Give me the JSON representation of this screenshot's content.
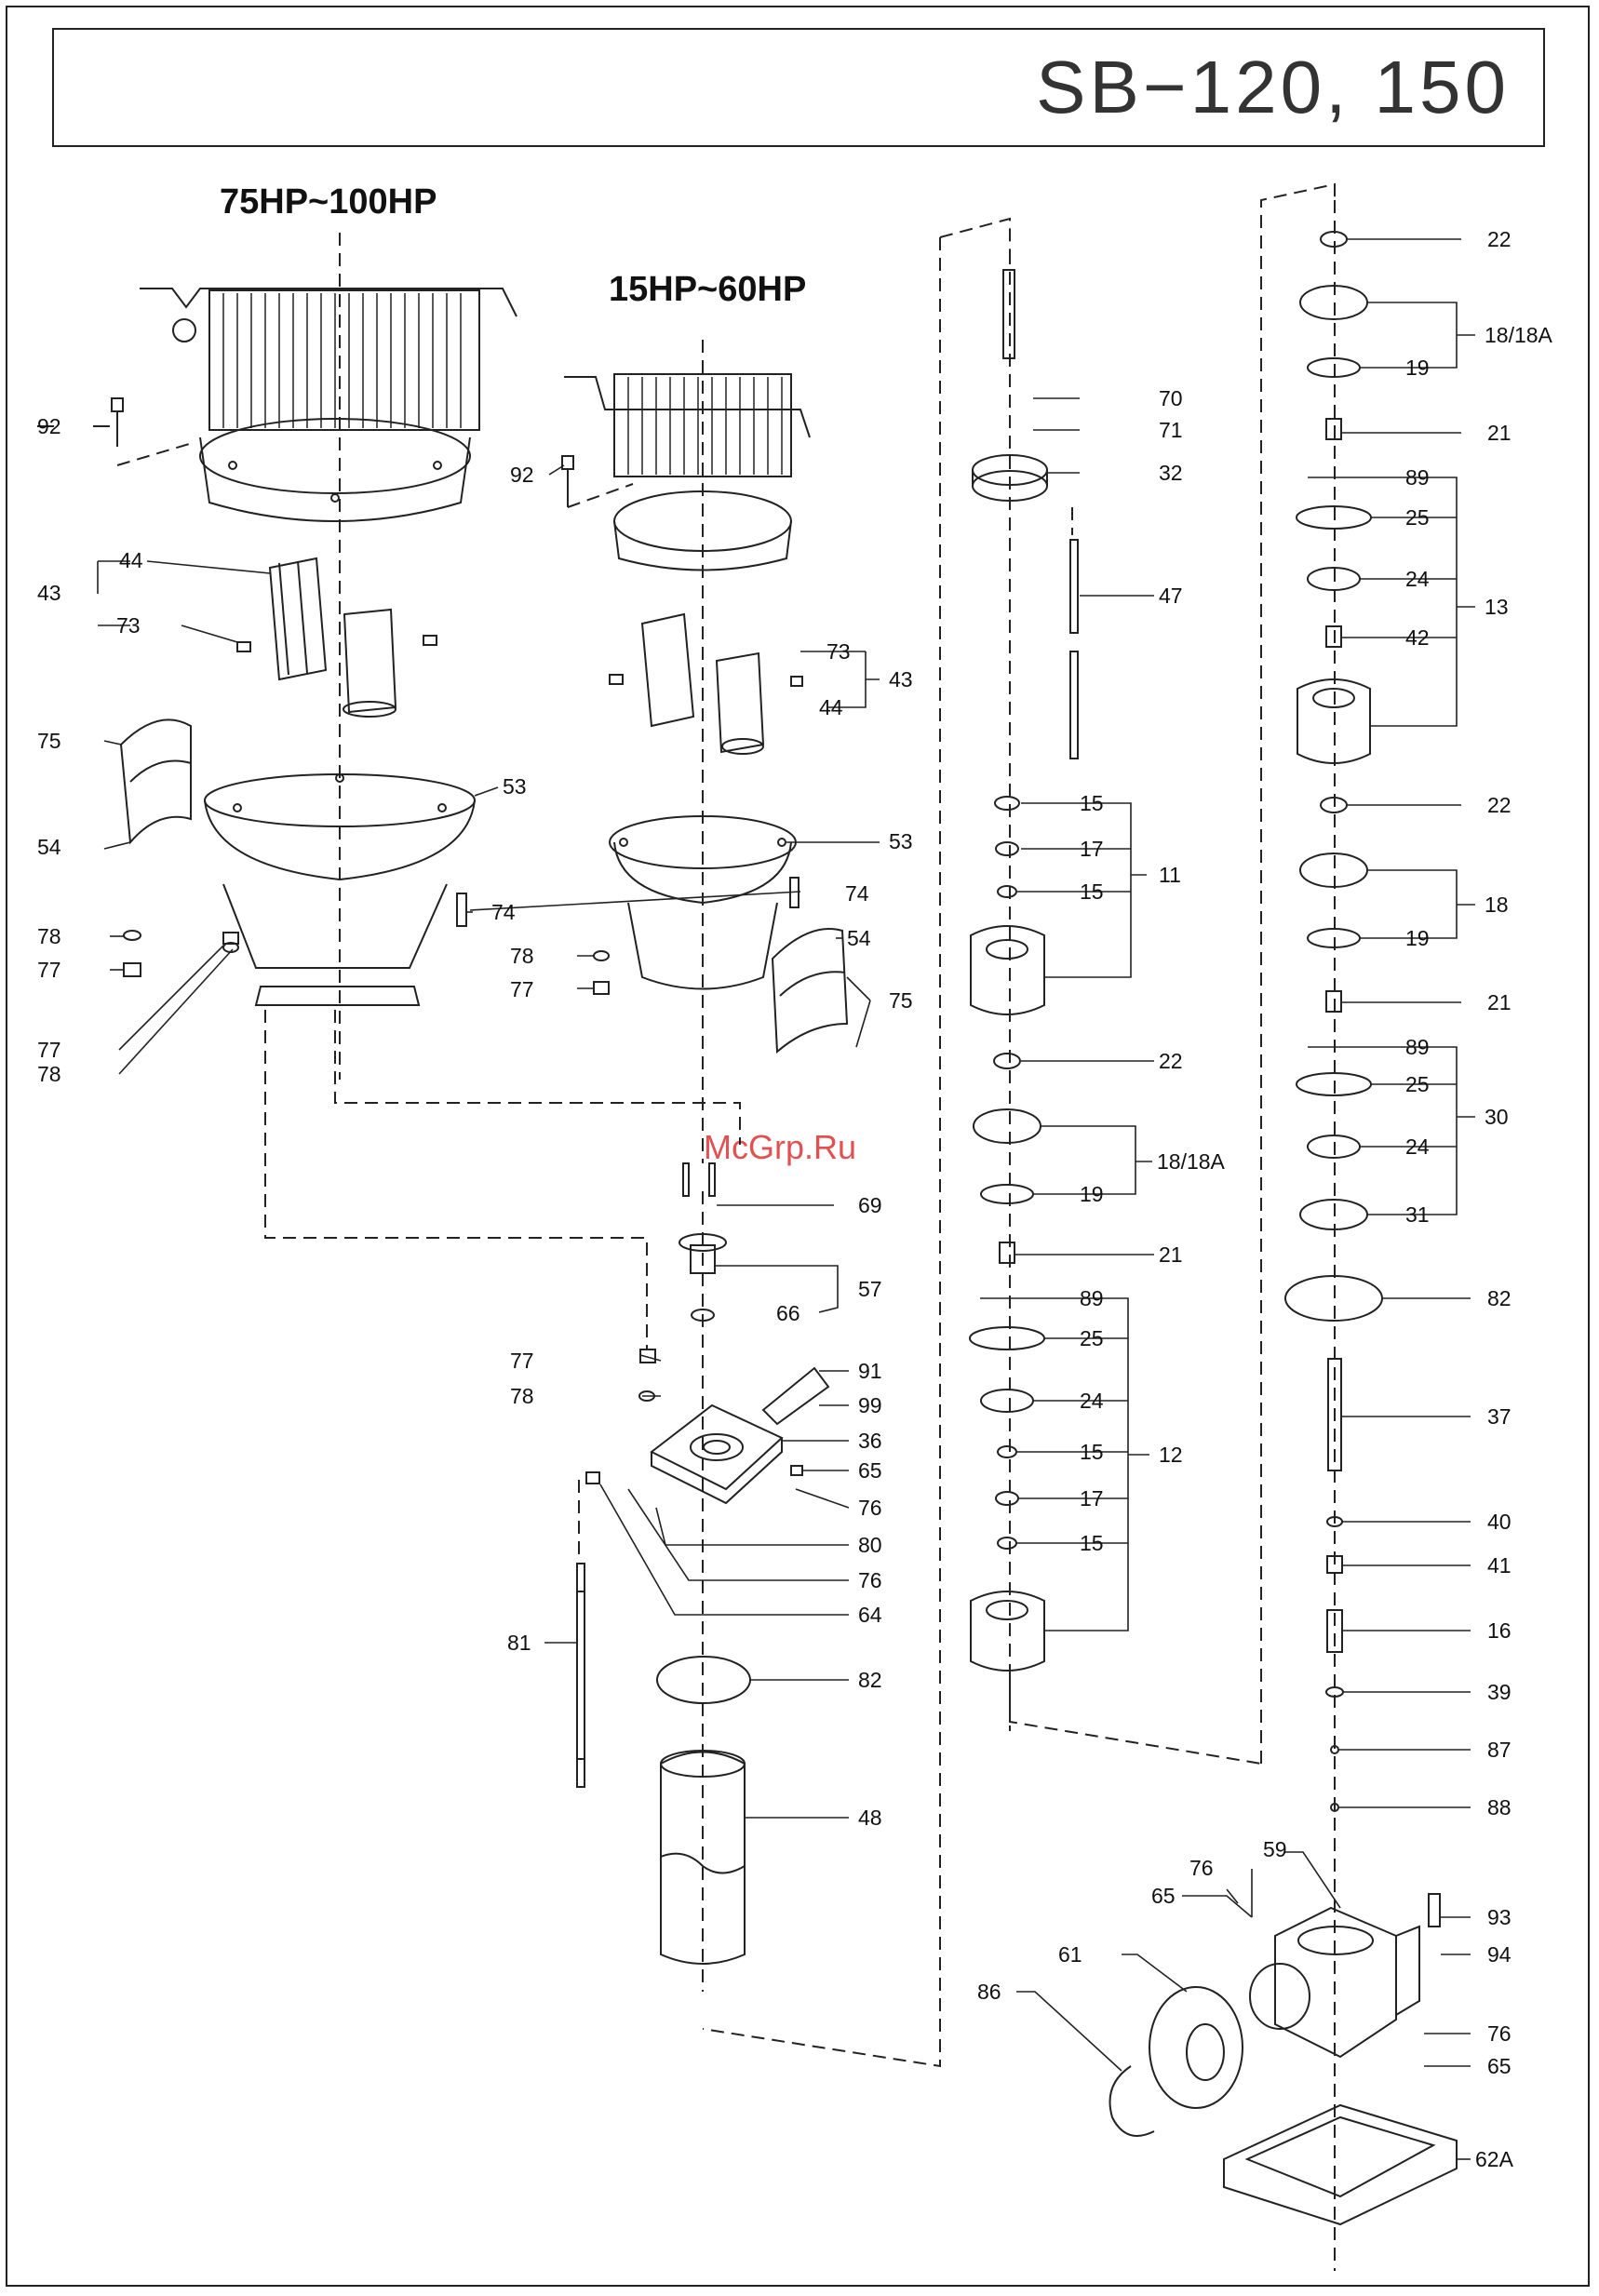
{
  "title": "SB−120, 150",
  "headings": {
    "big_motor": "75HP~100HP",
    "small_motor": "15HP~60HP"
  },
  "watermark": "McGrp.Ru",
  "labels": {
    "l92a": "92",
    "l44a": "44",
    "l43a": "43",
    "l73a": "73",
    "l75a": "75",
    "l54a": "54",
    "l53a": "53",
    "l78a": "78",
    "l77a": "77",
    "l74a": "74",
    "l77b": "77",
    "l78b": "78",
    "l92b": "92",
    "l73b": "73",
    "l43b": "43",
    "l44b": "44",
    "l53b": "53",
    "l74b": "74",
    "l78c": "78",
    "l77c": "77",
    "l54b": "54",
    "l75b": "75",
    "l69": "69",
    "l57": "57",
    "l66": "66",
    "l77d": "77",
    "l78d": "78",
    "l91": "91",
    "l99": "99",
    "l36": "36",
    "l65a": "65",
    "l76a": "76",
    "l80": "80",
    "l76b": "76",
    "l64": "64",
    "l81": "81",
    "l82a": "82",
    "l48": "48",
    "l70": "70",
    "l71": "71",
    "l32": "32",
    "l47": "47",
    "l15a": "15",
    "l17a": "17",
    "l15b": "15",
    "l11": "11",
    "l22a": "22",
    "l18a": "18/18A",
    "l19a": "19",
    "l21a": "21",
    "l89a": "89",
    "l25a": "25",
    "l24a": "24",
    "l15c": "15",
    "l12": "12",
    "l17b": "17",
    "l15d": "15",
    "l22b": "22",
    "l18b": "18/18A",
    "l19b": "19",
    "l21b": "21",
    "l89b": "89",
    "l25b": "25",
    "l24b": "24",
    "l13": "13",
    "l42": "42",
    "l22c": "22",
    "l18c": "18",
    "l19c": "19",
    "l21c": "21",
    "l89c": "89",
    "l25c": "25",
    "l30": "30",
    "l24c": "24",
    "l31": "31",
    "l82b": "82",
    "l37": "37",
    "l40": "40",
    "l41": "41",
    "l16": "16",
    "l39": "39",
    "l87": "87",
    "l88": "88",
    "l59": "59",
    "l76c": "76",
    "l65b": "65",
    "l93": "93",
    "l94": "94",
    "l61": "61",
    "l86": "86",
    "l76d": "76",
    "l65c": "65",
    "l62a": "62A"
  }
}
